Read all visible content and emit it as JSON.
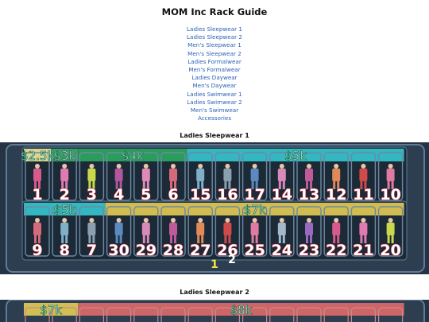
{
  "page": {
    "title": "MOM Inc Rack Guide"
  },
  "nav": [
    "Ladies Sleepwear 1",
    "Ladies Sleepwear 2",
    "Men's Sleepwear 1",
    "Men's Sleepwear 2",
    "Ladies Formalwear",
    "Men's Formalwear",
    "Ladies Daywear",
    "Men's Daywear",
    "Ladies Swimwear 1",
    "Ladies Swimwear 2",
    "Men's Swimwear",
    "Accessories"
  ],
  "sections": [
    {
      "title": "Ladies Sleepwear 1",
      "top_row": {
        "slots": [
          "1",
          "2",
          "3",
          "4",
          "5",
          "6",
          "15",
          "16",
          "17",
          "14",
          "13",
          "12",
          "11",
          "10"
        ],
        "prices": [
          {
            "label": "$2.5k",
            "from": 1,
            "to": 1,
            "color": "#f2e89a"
          },
          {
            "label": "$3k",
            "from": 2,
            "to": 2,
            "color": "#3fa86a"
          },
          {
            "label": "$4k",
            "from": 3,
            "to": 6,
            "color": "#2ca860"
          },
          {
            "label": "$5k",
            "from": 7,
            "to": 14,
            "color": "#36c6d0"
          }
        ]
      },
      "bottom_row": {
        "slots": [
          "9",
          "8",
          "7",
          "30",
          "29",
          "28",
          "27",
          "26",
          "25",
          "24",
          "23",
          "22",
          "21",
          "20"
        ],
        "prices": [
          {
            "label": "$5k",
            "from": 1,
            "to": 3,
            "color": "#36c6d0"
          },
          {
            "label": "$7k",
            "from": 4,
            "to": 14,
            "color": "#e6cc55"
          }
        ]
      },
      "floor_marks": [
        "1",
        "2"
      ]
    },
    {
      "title": "Ladies Sleepwear 2",
      "top_row": {
        "slots": [],
        "prices": [
          {
            "label": "$7k",
            "from": 1,
            "to": 2,
            "color": "#e6cc55"
          },
          {
            "label": "$8k",
            "from": 3,
            "to": 14,
            "color": "#e06a6a"
          }
        ]
      }
    }
  ]
}
